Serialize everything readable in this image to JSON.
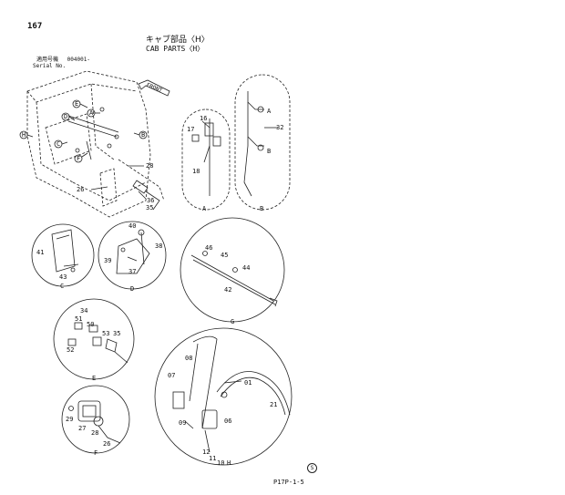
{
  "page_number": "167",
  "title_jp": "キャブ部品〈H〉",
  "title_en": "CAB PARTS〈H〉",
  "serial_label_jp": "適用号機",
  "serial_value": "004001-",
  "serial_label_en": "Serial No.",
  "front_label": "FRONT",
  "footer_code": "P17P-1-5",
  "footer_mark": "S",
  "callouts": [
    "A",
    "B",
    "C",
    "D",
    "E",
    "F",
    "H"
  ],
  "detail_labels": [
    "A",
    "B",
    "C",
    "D",
    "G",
    "E",
    "F",
    "H"
  ],
  "part_numbers": {
    "main": [
      "28",
      "26",
      "36",
      "35"
    ],
    "detail_a": [
      "16",
      "17",
      "18"
    ],
    "detail_b": [
      "32",
      "A",
      "B"
    ],
    "detail_c": [
      "41",
      "43"
    ],
    "detail_d": [
      "40",
      "38",
      "39",
      "37"
    ],
    "detail_g": [
      "46",
      "45",
      "44",
      "42"
    ],
    "detail_e": [
      "34",
      "51",
      "50",
      "53",
      "35",
      "52"
    ],
    "detail_f": [
      "29",
      "27",
      "28",
      "26"
    ],
    "detail_h": [
      "08",
      "07",
      "01",
      "21",
      "09",
      "06",
      "12",
      "11",
      "10"
    ]
  }
}
